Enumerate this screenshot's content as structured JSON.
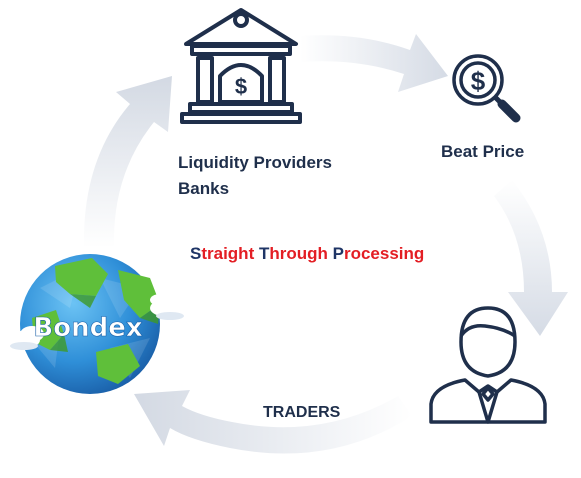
{
  "labels": {
    "liquidity_line1": "Liquidity Providers",
    "liquidity_line2": "Banks",
    "beat_price": "Beat Price",
    "traders": "TRADERS",
    "brand": "Bondex"
  },
  "stp": {
    "w1_cap": "S",
    "w1_rest": "traight ",
    "w2_cap": "T",
    "w2_rest": "hrough ",
    "w3_cap": "P",
    "w3_rest": "rocessing"
  },
  "colors": {
    "text_dark": "#1f2f4b",
    "stp_red": "#e31e24",
    "stp_caps": "#1f3566",
    "arrow_gray": "#dde2ea",
    "globe_blue": "#2f8fd8",
    "land_green": "#5fbf3a"
  },
  "icons": [
    "bank-icon",
    "dollar-search-icon",
    "businessman-icon",
    "globe-icon"
  ]
}
